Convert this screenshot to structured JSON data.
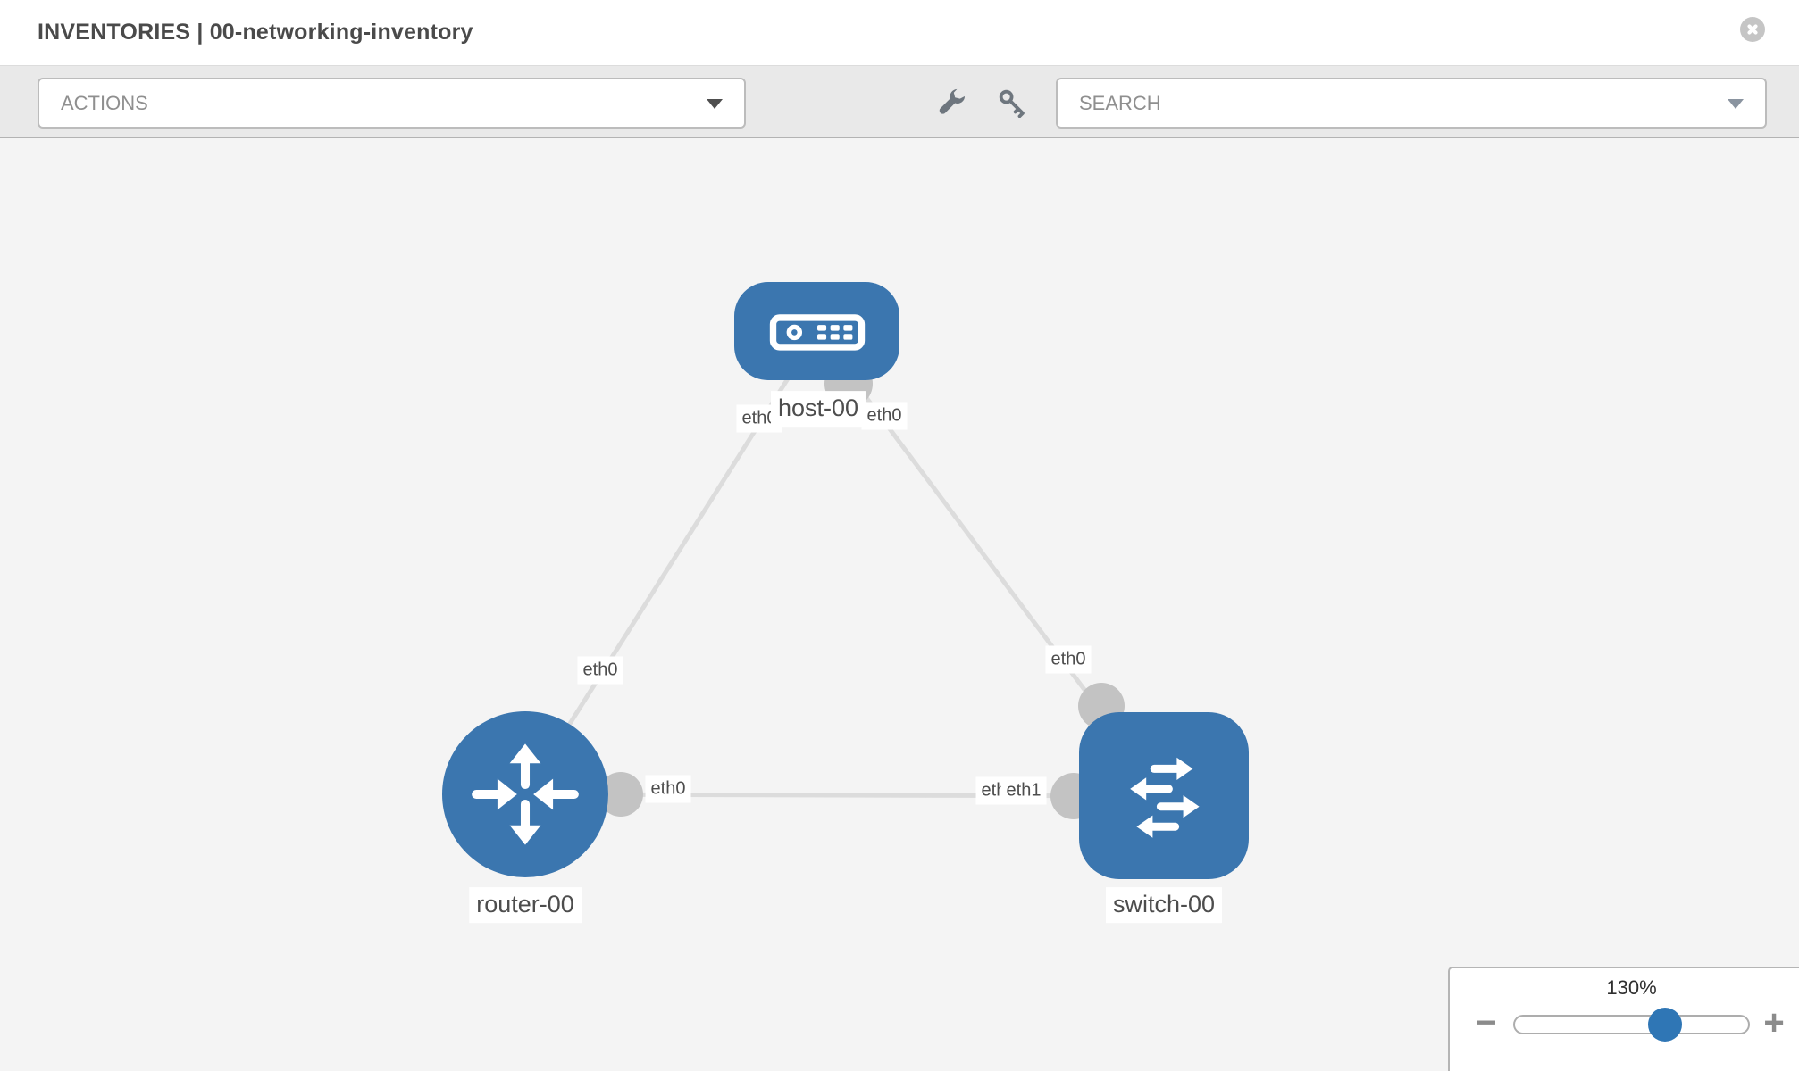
{
  "header": {
    "title": "INVENTORIES | 00-networking-inventory"
  },
  "toolbar": {
    "actions_dropdown": {
      "placeholder": "ACTIONS"
    },
    "search_dropdown": {
      "placeholder": "SEARCH"
    },
    "icons": [
      "wrench-icon",
      "key-icon"
    ]
  },
  "topology": {
    "nodes": [
      {
        "id": "host-00",
        "type": "host",
        "label": "host-00"
      },
      {
        "id": "router-00",
        "type": "router",
        "label": "router-00"
      },
      {
        "id": "switch-00",
        "type": "switch",
        "label": "switch-00"
      }
    ],
    "links": [
      {
        "from": "router-00",
        "from_interface": "eth0",
        "to": "host-00",
        "to_interface": "eth0"
      },
      {
        "from": "host-00",
        "from_interface": "eth0",
        "to": "switch-00",
        "to_interface": "eth0"
      },
      {
        "from": "router-00",
        "from_interface": "eth0",
        "to": "switch-00",
        "to_interface": "eth1"
      }
    ],
    "interface_labels": {
      "host_to_router": "eth0",
      "host_to_switch": "eth0",
      "router_to_host": "eth0",
      "switch_to_host": "eth0",
      "router_to_switch": "eth0",
      "switch_to_router_hidden": "eth0",
      "switch_to_router": "eth1"
    }
  },
  "zoom_control": {
    "level": "130%",
    "minus_label": "−",
    "plus_label": "+",
    "slider_percent": 64
  },
  "colors": {
    "node_blue": "#3b76af",
    "link_gray": "#dcdcdc",
    "interface_gray": "#c3c3c3",
    "slider_handle_blue": "#2f76b5",
    "toolbar_bg": "#e9e9e9",
    "canvas_bg": "#f4f4f4"
  }
}
